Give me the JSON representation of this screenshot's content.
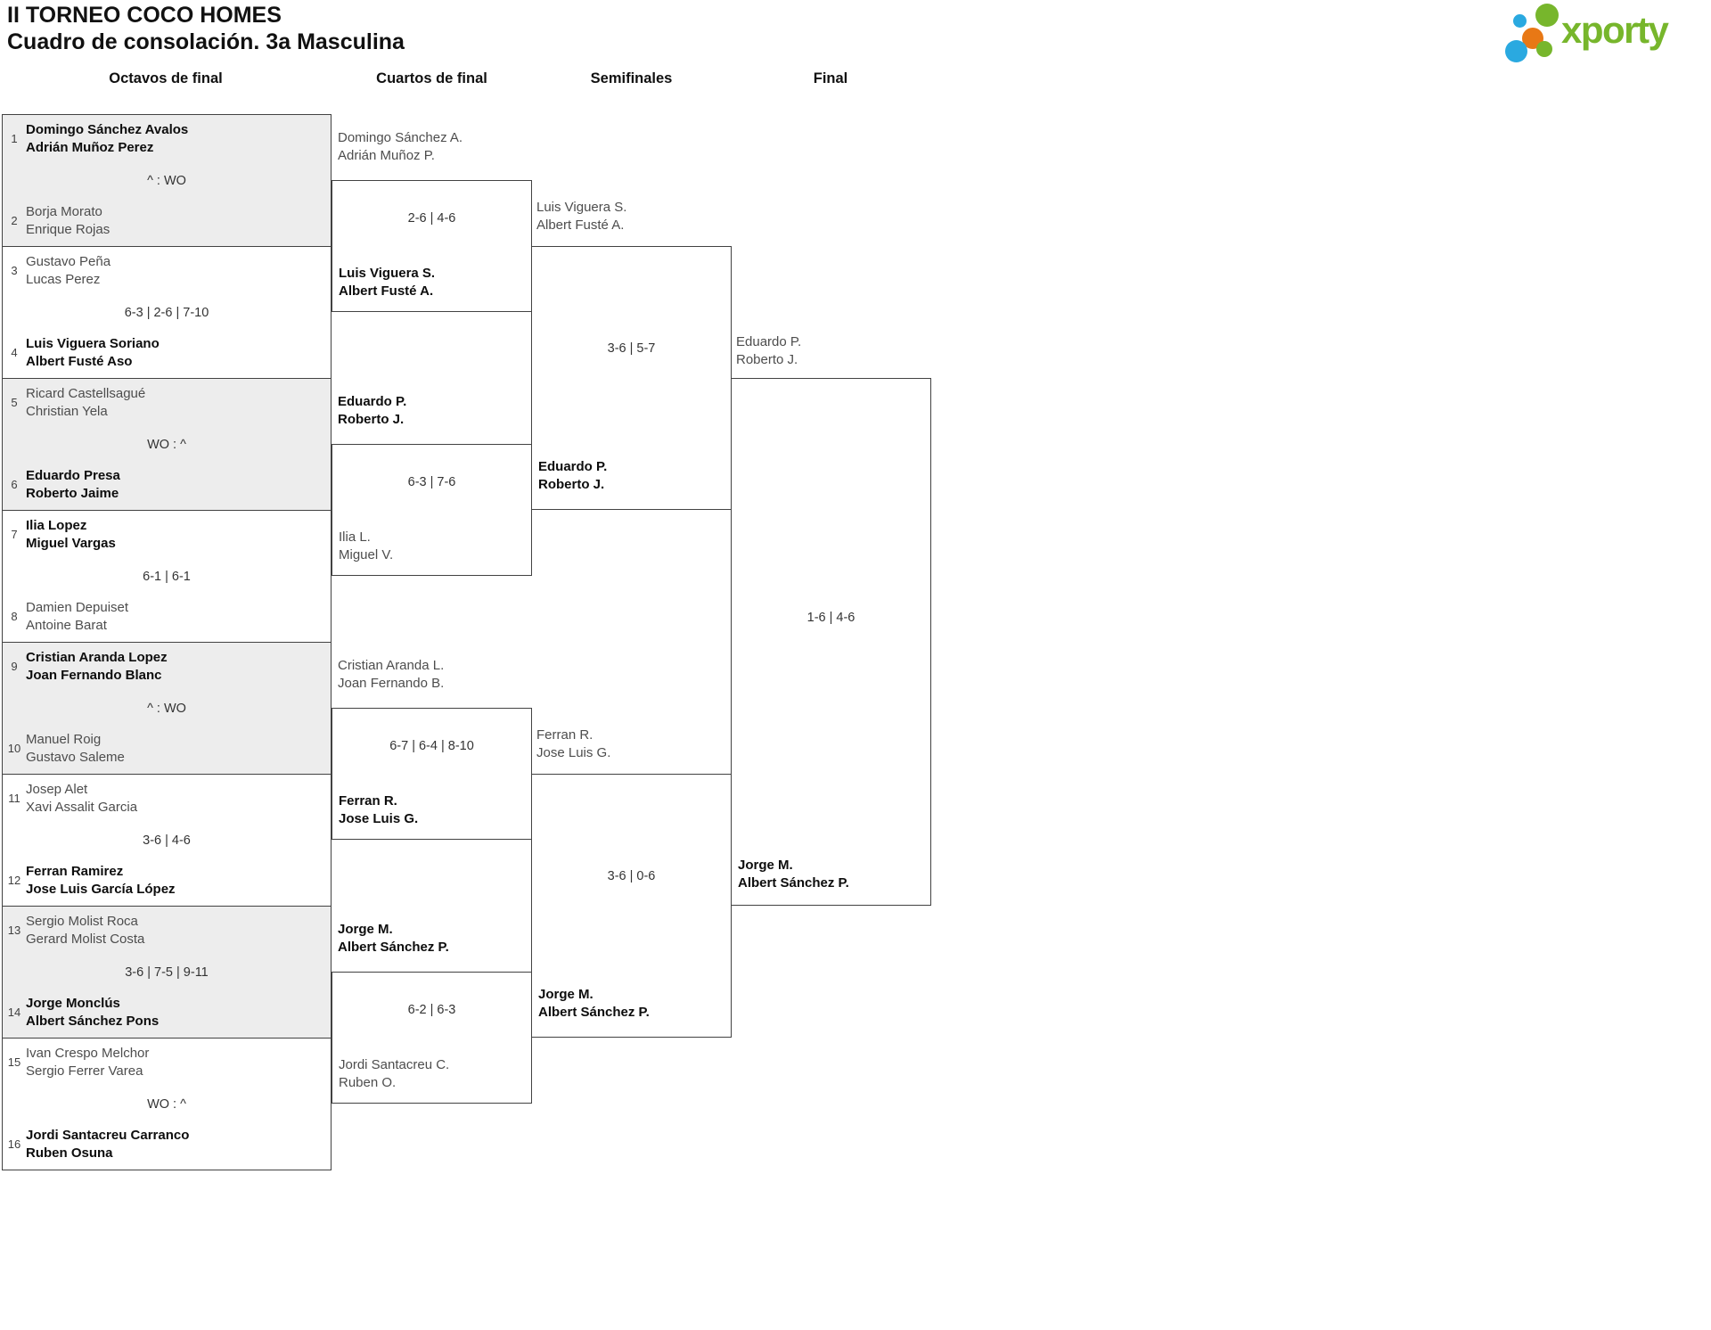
{
  "header": {
    "title": "II TORNEO COCO HOMES",
    "subtitle": "Cuadro de consolación. 3a Masculina"
  },
  "logo": {
    "brand": "xporty",
    "colors": {
      "green": "#77b62c",
      "blue": "#2aa9e0",
      "orange": "#e87815"
    }
  },
  "round_headers": {
    "octavos": "Octavos de final",
    "cuartos": "Cuartos de final",
    "semis": "Semifinales",
    "final": "Final"
  },
  "octavos": {
    "matches": [
      {
        "shaded": true,
        "seed1": "1",
        "team1": [
          "Domingo Sánchez Avalos",
          "Adrián Muñoz Perez"
        ],
        "team1_winner": true,
        "score": "^ : WO",
        "seed2": "2",
        "team2": [
          "Borja Morato",
          "Enrique Rojas"
        ],
        "team2_winner": false
      },
      {
        "shaded": false,
        "seed1": "3",
        "team1": [
          "Gustavo Peña",
          "Lucas Perez"
        ],
        "team1_winner": false,
        "score": "6-3 | 2-6 | 7-10",
        "seed2": "4",
        "team2": [
          "Luis Viguera Soriano",
          "Albert Fusté Aso"
        ],
        "team2_winner": true
      },
      {
        "shaded": true,
        "seed1": "5",
        "team1": [
          "Ricard Castellsagué",
          "Christian Yela"
        ],
        "team1_winner": false,
        "score": "WO : ^",
        "seed2": "6",
        "team2": [
          "Eduardo Presa",
          "Roberto Jaime"
        ],
        "team2_winner": true
      },
      {
        "shaded": false,
        "seed1": "7",
        "team1": [
          "Ilia Lopez",
          "Miguel Vargas"
        ],
        "team1_winner": true,
        "score": "6-1 | 6-1",
        "seed2": "8",
        "team2": [
          "Damien Depuiset",
          "Antoine Barat"
        ],
        "team2_winner": false
      },
      {
        "shaded": true,
        "seed1": "9",
        "team1": [
          "Cristian Aranda Lopez",
          "Joan Fernando Blanc"
        ],
        "team1_winner": true,
        "score": "^ : WO",
        "seed2": "10",
        "team2": [
          "Manuel Roig",
          "Gustavo Saleme"
        ],
        "team2_winner": false
      },
      {
        "shaded": false,
        "seed1": "11",
        "team1": [
          "Josep Alet",
          "Xavi Assalit Garcia"
        ],
        "team1_winner": false,
        "score": "3-6 | 4-6",
        "seed2": "12",
        "team2": [
          "Ferran Ramirez",
          "Jose Luis García López"
        ],
        "team2_winner": true
      },
      {
        "shaded": true,
        "seed1": "13",
        "team1": [
          "Sergio Molist Roca",
          "Gerard Molist Costa"
        ],
        "team1_winner": false,
        "score": "3-6 | 7-5 | 9-11",
        "seed2": "14",
        "team2": [
          "Jorge Monclús",
          "Albert Sánchez Pons"
        ],
        "team2_winner": true
      },
      {
        "shaded": false,
        "seed1": "15",
        "team1": [
          "Ivan Crespo Melchor",
          "Sergio Ferrer Varea"
        ],
        "team1_winner": false,
        "score": "WO : ^",
        "seed2": "16",
        "team2": [
          "Jordi Santacreu Carranco",
          "Ruben Osuna"
        ],
        "team2_winner": true
      }
    ]
  },
  "cuartos": {
    "matches": [
      {
        "team1": [
          "Domingo Sánchez A.",
          "Adrián Muñoz P."
        ],
        "team1_winner": false,
        "score": "2-6 | 4-6",
        "team2": [
          "Luis Viguera S.",
          "Albert Fusté A."
        ],
        "team2_winner": true
      },
      {
        "team1": [
          "Eduardo P.",
          "Roberto J."
        ],
        "team1_winner": true,
        "score": "6-3 | 7-6",
        "team2": [
          "Ilia L.",
          "Miguel V."
        ],
        "team2_winner": false
      },
      {
        "team1": [
          "Cristian Aranda L.",
          "Joan Fernando B."
        ],
        "team1_winner": false,
        "score": "6-7 | 6-4 | 8-10",
        "team2": [
          "Ferran R.",
          "Jose Luis G."
        ],
        "team2_winner": true
      },
      {
        "team1": [
          "Jorge M.",
          "Albert Sánchez P."
        ],
        "team1_winner": true,
        "score": "6-2 | 6-3",
        "team2": [
          "Jordi Santacreu C.",
          "Ruben O."
        ],
        "team2_winner": false
      }
    ]
  },
  "semis": {
    "matches": [
      {
        "team1": [
          "Luis Viguera S.",
          "Albert Fusté A."
        ],
        "team1_winner": false,
        "score": "3-6 | 5-7",
        "team2": [
          "Eduardo P.",
          "Roberto J."
        ],
        "team2_winner": true
      },
      {
        "team1": [
          "Ferran R.",
          "Jose Luis G."
        ],
        "team1_winner": false,
        "score": "3-6 | 0-6",
        "team2": [
          "Jorge M.",
          "Albert Sánchez P."
        ],
        "team2_winner": true
      }
    ]
  },
  "final": {
    "match": {
      "team1": [
        "Eduardo P.",
        "Roberto J."
      ],
      "team1_winner": false,
      "score": "1-6 | 4-6",
      "team2": [
        "Jorge M.",
        "Albert Sánchez P."
      ],
      "team2_winner": true
    }
  }
}
